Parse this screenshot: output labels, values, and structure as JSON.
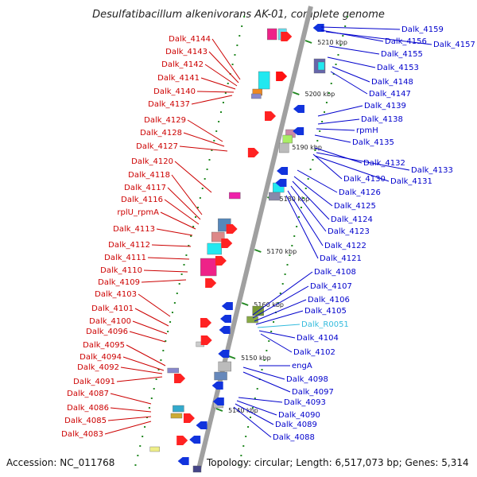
{
  "title": "Desulfatibacillum alkenivorans AK-01, complete genome",
  "footer": {
    "accession": "Accession: NC_011768",
    "topology": "Topology: circular; Length: 6,517,073 bp; Genes: 5,314"
  },
  "colors": {
    "left_label": "#cc0000",
    "right_label": "#0000cc",
    "rna_label": "#33bbdd",
    "backbone": "#999999",
    "tick": "#228822"
  },
  "scale_ticks": [
    "5210 kbp",
    "5200 kbp",
    "5190 kbp",
    "5180 kbp",
    "5170 kbp",
    "5160 kbp",
    "5150 kbp",
    "5140 kbp"
  ],
  "left_genes": [
    "Dalk_4144",
    "Dalk_4143",
    "Dalk_4142",
    "Dalk_4141",
    "Dalk_4140",
    "Dalk_4137",
    "Dalk_4129",
    "Dalk_4128",
    "Dalk_4127",
    "Dalk_4120",
    "Dalk_4118",
    "Dalk_4117",
    "Dalk_4116",
    "rplU_rpmA",
    "Dalk_4113",
    "Dalk_4112",
    "Dalk_4111",
    "Dalk_4110",
    "Dalk_4109",
    "Dalk_4103",
    "Dalk_4101",
    "Dalk_4100",
    "Dalk_4096",
    "Dalk_4095",
    "Dalk_4094",
    "Dalk_4092",
    "Dalk_4091",
    "Dalk_4087",
    "Dalk_4086",
    "Dalk_4085",
    "Dalk_4083"
  ],
  "right_genes": [
    "Dalk_4159",
    "Dalk_4156",
    "Dalk_4157",
    "Dalk_4155",
    "Dalk_4153",
    "Dalk_4148",
    "Dalk_4147",
    "Dalk_4139",
    "Dalk_4138",
    "rpmH",
    "Dalk_4135",
    "Dalk_4132",
    "Dalk_4133",
    "Dalk_4130",
    "Dalk_4131",
    "Dalk_4126",
    "Dalk_4125",
    "Dalk_4124",
    "Dalk_4123",
    "Dalk_4122",
    "Dalk_4121",
    "Dalk_4108",
    "Dalk_4107",
    "Dalk_4106",
    "Dalk_4105",
    "Dalk_R0051",
    "Dalk_4104",
    "Dalk_4102",
    "engA",
    "Dalk_4098",
    "Dalk_4097",
    "Dalk_4093",
    "Dalk_4090",
    "Dalk_4089",
    "Dalk_4088"
  ]
}
